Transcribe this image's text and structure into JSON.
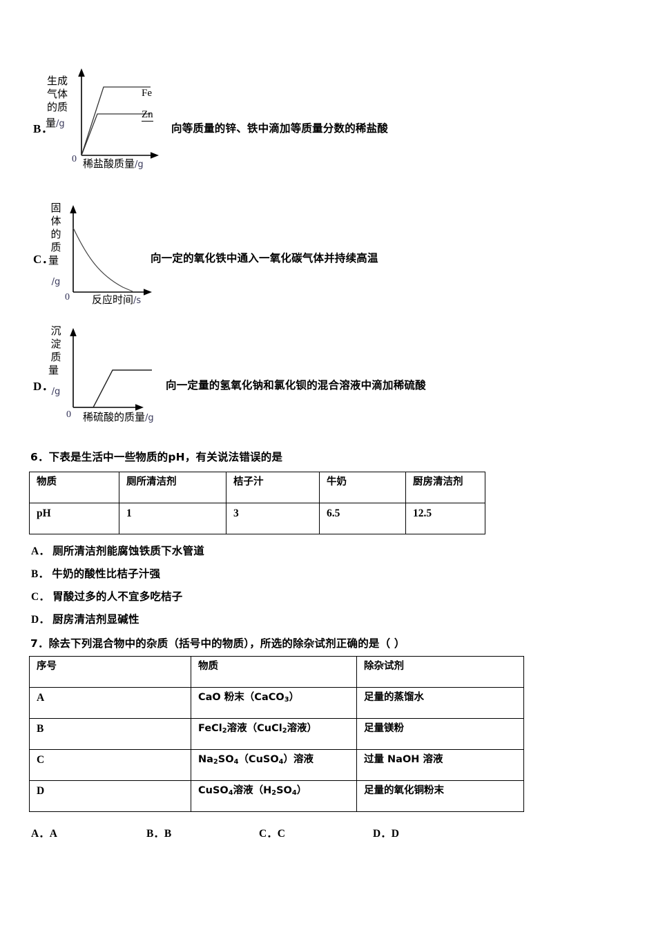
{
  "document": {
    "options_with_graphs": [
      {
        "letter": "B．",
        "graph": {
          "y_axis_label": "生成\n气体\n的质",
          "y_axis_label_last": "量",
          "y_axis_unit": "/g",
          "x_axis_label": "稀盐酸质量",
          "x_axis_unit": "/g",
          "origin_label": "0",
          "series": [
            {
              "name": "Fe"
            },
            {
              "name": "Zn"
            }
          ]
        },
        "description": "向等质量的锌、铁中滴加等质量分数的稀盐酸"
      },
      {
        "letter": "C．",
        "graph": {
          "y_axis_label": "固\n体\n的\n质",
          "y_axis_label_last": "量",
          "y_axis_unit": "/g",
          "x_axis_label": "反应时间",
          "x_axis_unit": "/s",
          "origin_label": "0",
          "series": []
        },
        "description": "向一定的氧化铁中通入一氧化碳气体并持续高温"
      },
      {
        "letter": "D．",
        "graph": {
          "y_axis_label": "沉\n淀\n质",
          "y_axis_label_last": "量",
          "y_axis_unit": "/g",
          "x_axis_label": "稀硫酸的质量",
          "x_axis_unit": "/g",
          "origin_label": "0",
          "series": []
        },
        "description": "向一定量的氢氧化钠和氯化钡的混合溶液中滴加稀硫酸"
      }
    ],
    "question6": {
      "stem": "6．下表是生活中一些物质的pH，有关说法错误的是",
      "table": {
        "rows": [
          [
            "物质",
            "厕所清洁剂",
            "桔子汁",
            "牛奶",
            "厨房清洁剂"
          ],
          [
            "pH",
            "1",
            "3",
            "6.5",
            "12.5"
          ]
        ]
      },
      "choices": [
        {
          "letter": "A．",
          "text": "厕所清洁剂能腐蚀铁质下水管道"
        },
        {
          "letter": "B．",
          "text": "牛奶的酸性比桔子汁强"
        },
        {
          "letter": "C．",
          "text": "胃酸过多的人不宜多吃桔子"
        },
        {
          "letter": "D．",
          "text": "厨房清洁剂显碱性"
        }
      ]
    },
    "question7": {
      "stem": "7．除去下列混合物中的杂质（括号中的物质），所选的除杂试剂正确的是（      ）",
      "table": {
        "headers": [
          "序号",
          "物质",
          "除杂试剂"
        ],
        "rows": [
          {
            "id": "A",
            "substance_html": "CaO 粉末（CaCO<sub>3</sub>）",
            "reagent": "足量的蒸馏水"
          },
          {
            "id": "B",
            "substance_html": "FeCl<sub>2</sub>溶液（CuCl<sub>2</sub>溶液）",
            "reagent": "足量镁粉"
          },
          {
            "id": "C",
            "substance_html": "Na<sub>2</sub>SO<sub>4</sub>（CuSO<sub>4</sub>）溶液",
            "reagent": "过量 NaOH 溶液"
          },
          {
            "id": "D",
            "substance_html": "CuSO<sub>4</sub>溶液（H<sub>2</sub>SO<sub>4</sub>）",
            "reagent": "足量的氧化铜粉末"
          }
        ]
      },
      "answers": [
        {
          "label": "A．A"
        },
        {
          "label": "B．B"
        },
        {
          "label": "C．C"
        },
        {
          "label": "D．D"
        }
      ]
    }
  }
}
